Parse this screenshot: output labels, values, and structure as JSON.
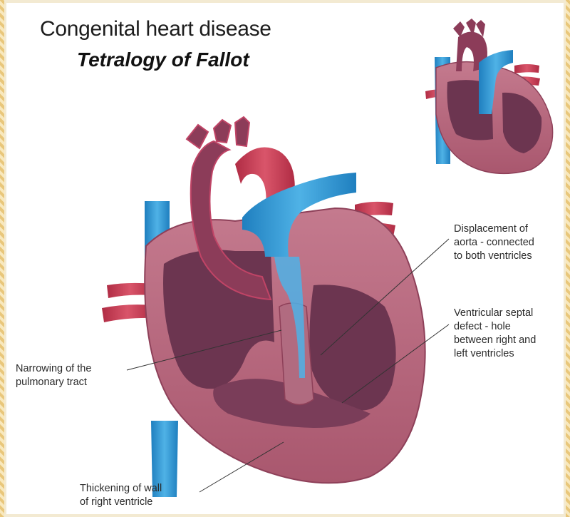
{
  "figure": {
    "title": "Congenital heart disease",
    "subtitle": "Tetralogy of Fallot"
  },
  "labels": {
    "aorta_displacement": "Displacement of\naorta -  connected\nto both ventricles",
    "ventricular_septal_defect": "Ventricular septal\ndefect - hole\nbetween right and\nleft ventricles",
    "pulmonary_narrowing": "Narrowing of the\npulmonary tract",
    "ventricle_thickening": "Thickening of wall\nof right ventricle"
  },
  "colors": {
    "heart_wall": "#b86a80",
    "heart_interior": "#6c3550",
    "artery_red": "#c43a50",
    "vein_blue": "#2e93d0",
    "frame": "#e9c77b"
  }
}
